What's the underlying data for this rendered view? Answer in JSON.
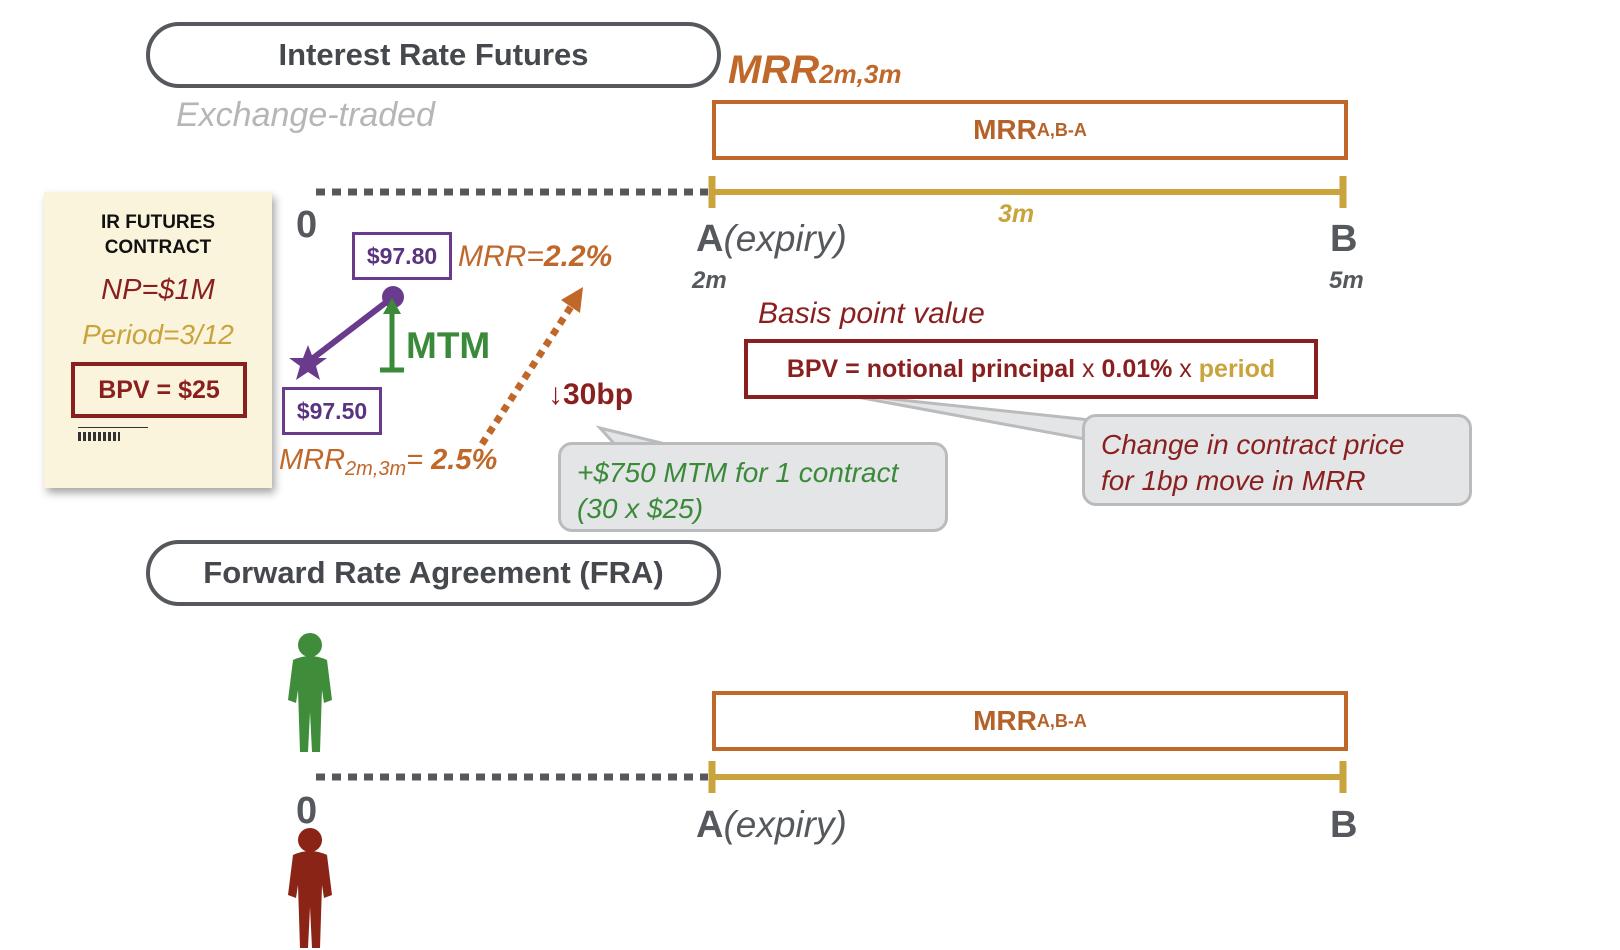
{
  "futures": {
    "title": "Interest Rate Futures",
    "subtitle": "Exchange-traded"
  },
  "top_label": {
    "main": "MRR",
    "sub": "2m,3m"
  },
  "mrr_bar": {
    "main": "MRR",
    "sub": "A,B-A"
  },
  "timeline": {
    "zero": "0",
    "a": "A",
    "expiry": "(expiry)",
    "a_time": "2m",
    "b": "B",
    "b_time": "5m",
    "period": "3m"
  },
  "contract_card": {
    "title_line1": "IR FUTURES",
    "title_line2": "CONTRACT",
    "np": "NP=$1M",
    "period": "Period=3/12",
    "bpv": "BPV = $25"
  },
  "prices": {
    "high": "$97.80",
    "low": "$97.50"
  },
  "mtm_label": "MTM",
  "mrr_new": {
    "prefix": "MRR=",
    "value": "2.2%"
  },
  "mrr_old": {
    "main": "MRR",
    "sub": "2m,3m",
    "eq": "= ",
    "value": "2.5%"
  },
  "move": "↓30bp",
  "mtm_callout": {
    "line1": "+$750 MTM for 1 contract",
    "line2": "(30 x $25)"
  },
  "bpv_section": {
    "heading": "Basis point value",
    "formula_a": "BPV = notional principal",
    "x1": " x ",
    "formula_b": "0.01%",
    "x2": " x ",
    "formula_c": "period"
  },
  "bpv_callout": {
    "line1": "Change in contract price",
    "line2": "for 1bp move in MRR"
  },
  "fra": {
    "title": "Forward Rate Agreement (FRA)",
    "zero": "0",
    "a": "A",
    "expiry": "(expiry)",
    "b": "B"
  },
  "colors": {
    "orange": "#c0672a",
    "gold": "#c9a33b",
    "maroon": "#8a1f1f",
    "purple": "#6a3b8c",
    "green": "#3a8a3a",
    "grey": "#55585c"
  }
}
